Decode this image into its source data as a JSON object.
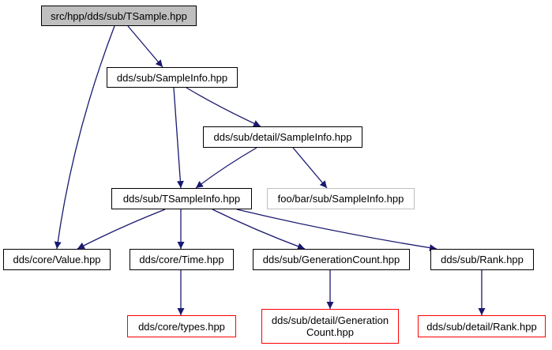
{
  "diagram": {
    "colors": {
      "edge": "#191970",
      "current_fill": "#bfbfbf",
      "external_border": "#bfbfbf",
      "missing_border": "#ff0000"
    },
    "nodes": {
      "tsample": "src/hpp/dds/sub/TSample.hpp",
      "sampleinfo": "dds/sub/SampleInfo.hpp",
      "detail_sampleinfo": "dds/sub/detail/SampleInfo.hpp",
      "tsampleinfo": "dds/sub/TSampleInfo.hpp",
      "foobar_sampleinfo": "foo/bar/sub/SampleInfo.hpp",
      "value": "dds/core/Value.hpp",
      "time": "dds/core/Time.hpp",
      "generationcount": "dds/sub/GenerationCount.hpp",
      "rank": "dds/sub/Rank.hpp",
      "types": "dds/core/types.hpp",
      "detail_generationcount": "dds/sub/detail/Generation Count.hpp",
      "detail_rank": "dds/sub/detail/Rank.hpp"
    },
    "edges": [
      {
        "from": "tsample",
        "to": "sampleinfo"
      },
      {
        "from": "tsample",
        "to": "value"
      },
      {
        "from": "sampleinfo",
        "to": "detail_sampleinfo"
      },
      {
        "from": "sampleinfo",
        "to": "tsampleinfo"
      },
      {
        "from": "detail_sampleinfo",
        "to": "tsampleinfo"
      },
      {
        "from": "detail_sampleinfo",
        "to": "foobar_sampleinfo"
      },
      {
        "from": "tsampleinfo",
        "to": "value"
      },
      {
        "from": "tsampleinfo",
        "to": "time"
      },
      {
        "from": "tsampleinfo",
        "to": "generationcount"
      },
      {
        "from": "tsampleinfo",
        "to": "rank"
      },
      {
        "from": "time",
        "to": "types"
      },
      {
        "from": "generationcount",
        "to": "detail_generationcount"
      },
      {
        "from": "rank",
        "to": "detail_rank"
      }
    ]
  }
}
